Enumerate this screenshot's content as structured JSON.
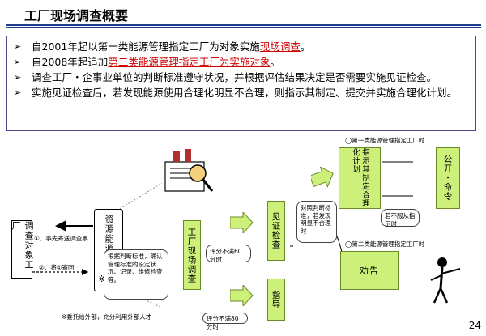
{
  "title": "工厂现场调查概要",
  "bullets": [
    {
      "pre": "自2001年起以第一类能源管理指定工厂为对象实施",
      "hl": "现场调查",
      "post": "。"
    },
    {
      "pre": "自2008年起追加",
      "hl": "第二类能源管理指定工厂为实施对象",
      "post": "。"
    },
    {
      "pre": "调查工厂・企事业单位的判断标准遵守状况，并根据评估结果决定是否需要实施见证检查。",
      "hl": "",
      "post": ""
    },
    {
      "pre": "实施见证检查后，若发现能源使用合理化明显不合理，则指示其制定、提交并实施合理化计划。",
      "hl": "",
      "post": ""
    }
  ],
  "boxes": {
    "survey_target": "调查对象工厂",
    "agency": "资源能源厅",
    "agency_mark": "※",
    "onsite": "工厂现场调查",
    "witness": "见证检查",
    "guidance": "指导",
    "plan": "指示其制定合理化计划",
    "publish": "公开・命令",
    "advice": "劝告"
  },
  "arrow_labels": {
    "notice": "①、事先寄送调查票",
    "return": "②、将①寄回"
  },
  "callouts": {
    "check": "根据判断标准，确认管理标准的设定状况、记录、维修检查等。",
    "score_high": "评分不满60分时",
    "score_low": "评分不满80分时",
    "witness_note": "对照判断标准，若发现明显不合理时",
    "no_comply": "若不服从指示时"
  },
  "legends": {
    "class1": "◯第一类能源管理指定工厂时",
    "class2": "◯第二类能源管理指定工厂时"
  },
  "footnote": "※委托给外部，充分利用外部人才",
  "page_number": "24",
  "colors": {
    "box_fill": "#ccf07a",
    "highlight": "#d00000",
    "title_line": "#1f3f8f"
  }
}
